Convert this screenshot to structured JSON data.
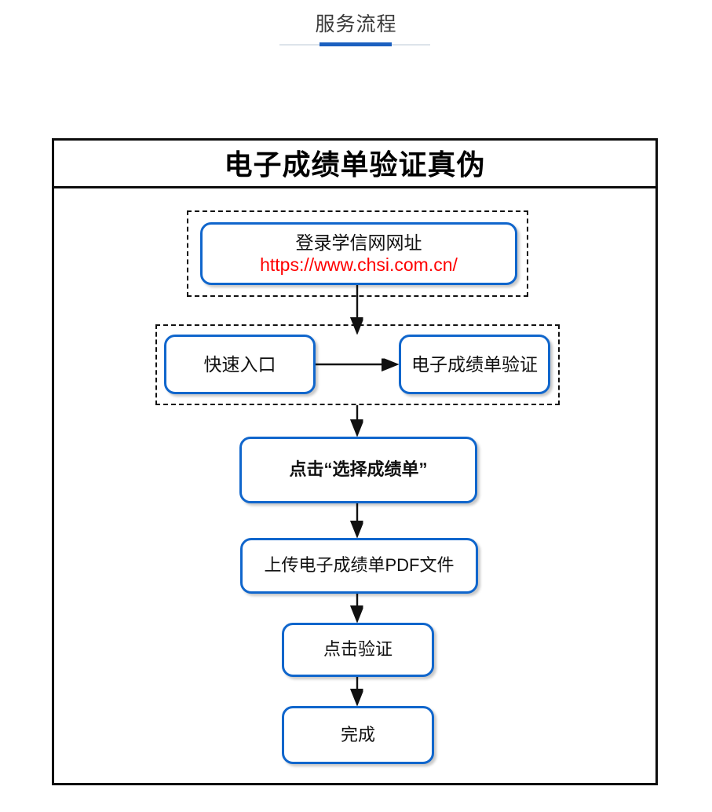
{
  "page": {
    "tab_title": "服务流程",
    "accent_color": "#1b60bf",
    "rule_color": "#dde4ea"
  },
  "flowchart": {
    "title": "电子成绩单验证真伪",
    "node_border_color": "#1066cc",
    "frame_border_color": "#0d0d0d",
    "url_color": "#ff0000",
    "nodes": [
      {
        "id": "login",
        "line1": "登录学信网网址",
        "line2": "https://www.chsi.com.cn/"
      },
      {
        "id": "quick-entry",
        "label": "快速入口"
      },
      {
        "id": "transcript-verify",
        "label": "电子成绩单验证"
      },
      {
        "id": "select-transcript",
        "label": "点击“选择成绩单”"
      },
      {
        "id": "upload-pdf",
        "label": "上传电子成绩单PDF文件"
      },
      {
        "id": "click-verify",
        "label": "点击验证"
      },
      {
        "id": "done",
        "label": "完成"
      }
    ]
  }
}
